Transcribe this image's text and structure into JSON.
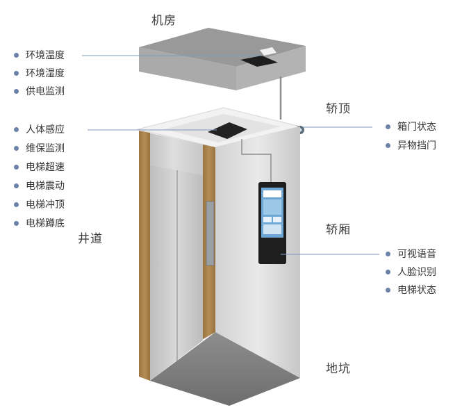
{
  "zones": {
    "machine_room": "机房",
    "car_top": "轿顶",
    "hoistway": "井道",
    "car": "轿厢",
    "pit": "地坑"
  },
  "machine_room_items": [
    "环境温度",
    "环境湿度",
    "供电监测"
  ],
  "hoistway_items": [
    "人体感应",
    "维保监测",
    "电梯超速",
    "电梯震动",
    "电梯冲顶",
    "电梯蹲底"
  ],
  "car_top_items": [
    "箱门状态",
    "异物挡门"
  ],
  "car_items": [
    "可视语音",
    "人脸识别",
    "电梯状态"
  ],
  "colors": {
    "bullet": "#6b82a8",
    "leader_line": "#7f98c2",
    "wood_trim": "#a57f47",
    "steel": "#c9c9c9"
  }
}
